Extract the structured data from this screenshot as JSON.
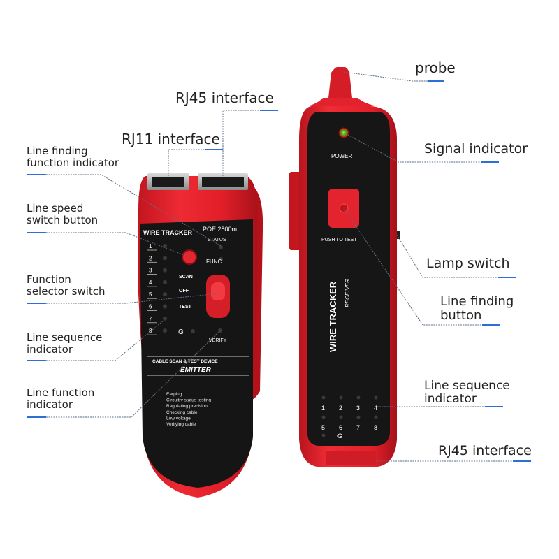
{
  "colors": {
    "device_red": "#e8202b",
    "device_red_dark": "#b8141d",
    "panel_black": "#141414",
    "leader_line": "#5a6f86",
    "accent_blue": "#2c6fd6"
  },
  "labels": {
    "probe": "probe",
    "rj45_top": "RJ45 interface",
    "rj11": "RJ11 interface",
    "line_finding_indicator": [
      "Line finding",
      "function indicator"
    ],
    "line_speed_button": [
      "Line speed",
      "switch button"
    ],
    "function_selector": [
      "Function",
      "selector switch"
    ],
    "line_sequence_left": [
      "Line sequence",
      "indicator"
    ],
    "line_function_indicator": [
      "Line function",
      "indicator"
    ],
    "signal_indicator": "Signal indicator",
    "lamp_switch": "Lamp switch",
    "line_finding_button": [
      "Line finding",
      "button"
    ],
    "line_sequence_right": [
      "Line sequence",
      "indicator"
    ],
    "rj45_bottom": "RJ45 interface"
  },
  "emitter": {
    "brand": "WIRE TRACKER",
    "model": "POE 2800m",
    "status": "STATUS",
    "func": "FUNC",
    "scan": "SCAN",
    "off": "OFF",
    "test": "TEST",
    "g": "G",
    "verify": "VERIFY",
    "numbers": [
      "1",
      "2",
      "3",
      "4",
      "5",
      "6",
      "7",
      "8"
    ],
    "subtitle": "CABLE SCAN & TEST DEVICE",
    "title": "EMITTER",
    "features": [
      "Earplug",
      "Circuitry status testing",
      "Regulating precision",
      "Checking cable",
      "Low voltage",
      "Verifying cable"
    ]
  },
  "receiver": {
    "power": "POWER",
    "push": "PUSH TO TEST",
    "brand": "WIRE TRACKER",
    "sub": "RECEIVER",
    "numbers": [
      "1",
      "2",
      "3",
      "4",
      "5",
      "6",
      "7",
      "8"
    ],
    "g": "G"
  }
}
